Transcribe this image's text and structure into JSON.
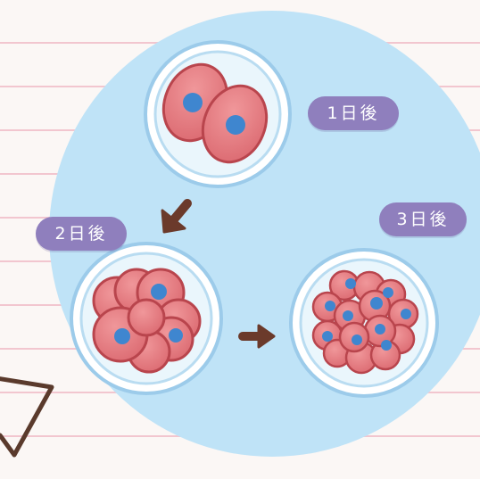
{
  "labels": {
    "day1": "1日後",
    "day2": "2日後",
    "day3": "3日後"
  },
  "colors": {
    "background_circle": "#bfe3f7",
    "cell_fill": "#e2767c",
    "cell_outline": "#b9454d",
    "nucleus": "#3f86cf",
    "label_badge": "#8f7fbd",
    "arrow": "#6b3a2b"
  }
}
